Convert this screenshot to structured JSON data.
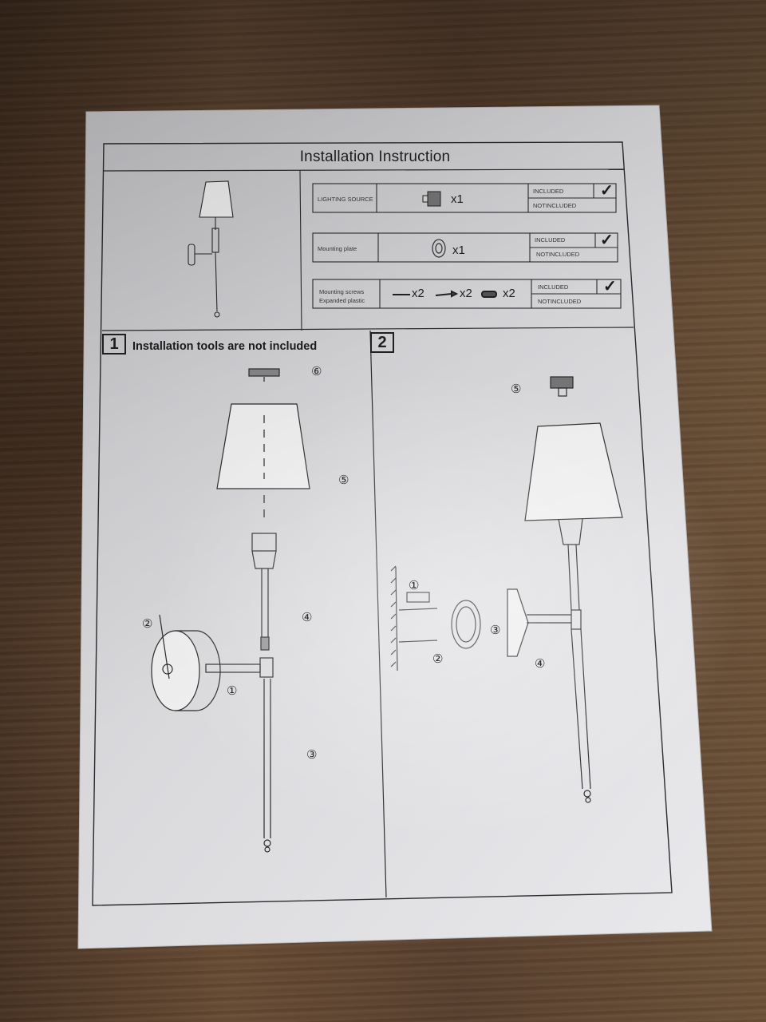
{
  "document": {
    "title": "Installation Instruction",
    "parts": [
      {
        "label_lines": [
          "LIGHTING SOURCE"
        ],
        "icon": "bulb-socket-icon",
        "quantity": "x1",
        "included_label": "INCLUDED",
        "not_included_label": "NOTINCLUDED",
        "checked": "included"
      },
      {
        "label_lines": [
          "Mounting plate"
        ],
        "icon": "mounting-plate-icon",
        "quantity": "x1",
        "included_label": "INCLUDED",
        "not_included_label": "NOTINCLUDED",
        "checked": "included"
      },
      {
        "label_lines": [
          "Mounting screws",
          "Expanded plastic"
        ],
        "icons": [
          "screw-icon",
          "screw-icon",
          "anchor-icon"
        ],
        "quantities": [
          "x2",
          "x2",
          "x2"
        ],
        "included_label": "INCLUDED",
        "not_included_label": "NOTINCLUDED",
        "checked": "included"
      }
    ],
    "steps": [
      {
        "number": "1",
        "note": "Installation tools are not included",
        "callouts": [
          "⑥",
          "⑤",
          "④",
          "②",
          "①",
          "③"
        ]
      },
      {
        "number": "2",
        "callouts": [
          "⑤",
          "①",
          "③",
          "②",
          "④"
        ]
      }
    ],
    "check_mark": "✓",
    "colors": {
      "paper": "#e6e6e8",
      "ink": "#1f1f1f",
      "wood": "#5e4530"
    }
  }
}
